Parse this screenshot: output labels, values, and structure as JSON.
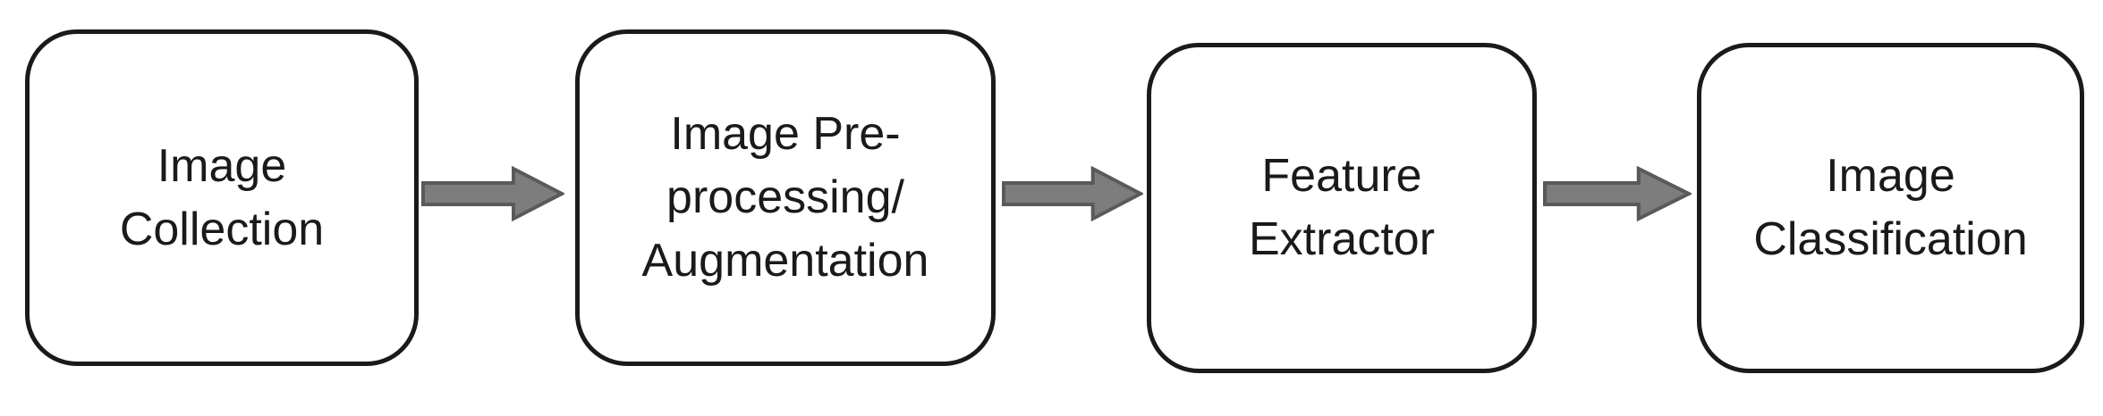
{
  "diagram": {
    "type": "flowchart",
    "direction": "left-to-right",
    "nodes": [
      {
        "id": "image-collection",
        "label": "Image\nCollection"
      },
      {
        "id": "image-preprocessing-augmentation",
        "label": "Image Pre-\nprocessing/\nAugmentation"
      },
      {
        "id": "feature-extractor",
        "label": "Feature\nExtractor"
      },
      {
        "id": "image-classification",
        "label": "Image\nClassification"
      }
    ],
    "edges": [
      {
        "from": "image-collection",
        "to": "image-preprocessing-augmentation",
        "icon": "right-arrow-icon"
      },
      {
        "from": "image-preprocessing-augmentation",
        "to": "feature-extractor",
        "icon": "right-arrow-icon"
      },
      {
        "from": "feature-extractor",
        "to": "image-classification",
        "icon": "right-arrow-icon"
      }
    ]
  },
  "colors": {
    "background": "#ffffff",
    "node_fill": "#ffffff",
    "node_border": "#1a1a1a",
    "text": "#1a1a1a",
    "arrow_fill": "#7d7d7d",
    "arrow_stroke": "#5a5a5a"
  }
}
